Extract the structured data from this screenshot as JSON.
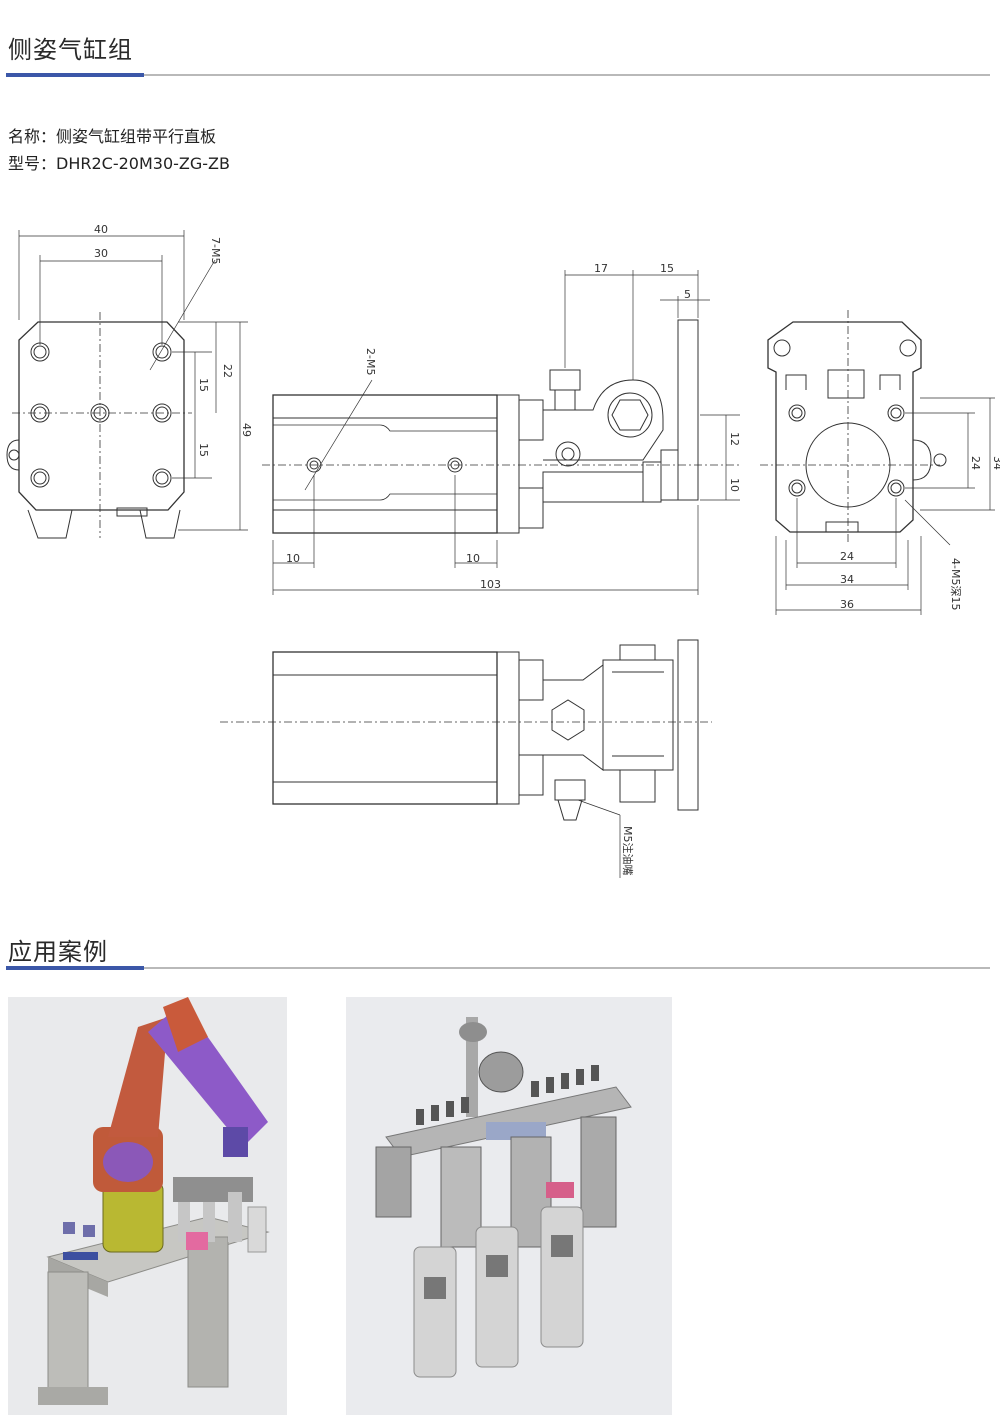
{
  "section1": {
    "title": "侧姿气缸组"
  },
  "product": {
    "name_label": "名称：",
    "name_value": "侧姿气缸组带平行直板",
    "model_label": "型号：",
    "model_value": "DHR2C-20M30-ZG-ZB"
  },
  "drawing": {
    "left": {
      "w40": "40",
      "w30": "30",
      "holes": "7-M5",
      "d22": "22",
      "d15a": "15",
      "d15b": "15",
      "d49": "49"
    },
    "side": {
      "d17": "17",
      "d15": "15",
      "d5": "5",
      "holes": "2-M5",
      "d12": "12",
      "d10r": "10",
      "d10a": "10",
      "d10b": "10",
      "d103": "103"
    },
    "end": {
      "d34v": "34",
      "d24v": "24",
      "d24h": "24",
      "d34h": "34",
      "d36": "36",
      "holes": "4-M5深15"
    },
    "bottom": {
      "note": "M5注油嘴"
    }
  },
  "section2": {
    "title": "应用案例"
  }
}
